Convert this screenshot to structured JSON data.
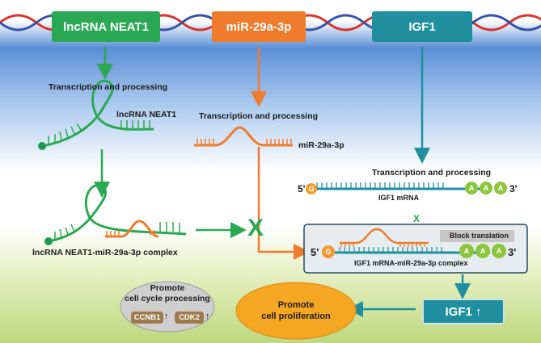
{
  "genes": {
    "neat1": "lncRNA NEAT1",
    "mir": "miR-29a-3p",
    "igf1": "IGF1"
  },
  "labels": {
    "tp_left": "Transcription and processing",
    "tp_mid": "Transcription and processing",
    "tp_right": "Transcription and processing",
    "neat1_strand": "lncRNA NEAT1",
    "mir_strand": "miR-29a-3p",
    "igf1_mrna": "IGF1 mRNA",
    "complex_left": "lncRNA NEAT1-miR-29a-3p complex",
    "complex_right": "IGF1 mRNA-miR-29a-3p complex",
    "block": "Block translation",
    "five": "5'",
    "three": "3'",
    "g": "G",
    "a": "A",
    "five_b": "5'",
    "three_b": "3'",
    "g_b": "G",
    "a_b": "A",
    "x_mark": "X",
    "x_small": "X"
  },
  "outcomes": {
    "igf1_up": "IGF1 ↑",
    "prolif_line1": "Promote",
    "prolif_line2": "cell proliferation",
    "cycle_line1": "Promote",
    "cycle_line2": "cell cycle processing",
    "ccnb1": "CCNB1",
    "cdk2": "CDK2",
    "arrow_up": "↑"
  },
  "colors": {
    "neat1": "#2aa853",
    "mir": "#ef7b2c",
    "igf1": "#1f8fa0",
    "green_dot": "#1d9b54",
    "a_ball": "#8cc63f",
    "g_ball": "#f39a2e",
    "prolif": "#f5a623",
    "cycle": "#cfcfcf",
    "tag": "#9c7a4e"
  }
}
